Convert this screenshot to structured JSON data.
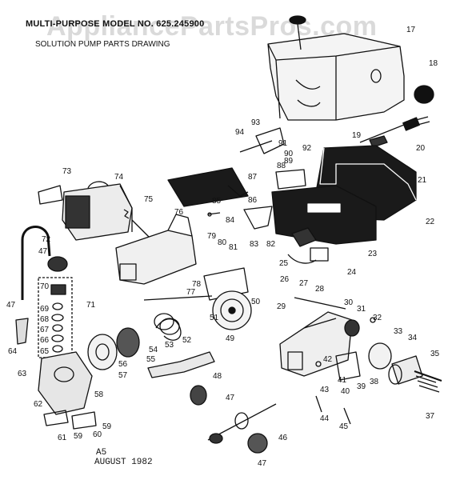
{
  "header": {
    "title": "MULTI-PURPOSE MODEL NO. 625.245900",
    "subtitle": "SOLUTION PUMP PARTS DRAWING"
  },
  "watermark": "AppliancePartsPros.com",
  "footer": {
    "code": "A5",
    "date": "AUGUST 1982"
  },
  "callouts": [
    "17",
    "18",
    "19",
    "20",
    "21",
    "22",
    "23",
    "24",
    "25",
    "26",
    "27",
    "28",
    "29",
    "30",
    "31",
    "32",
    "33",
    "34",
    "35",
    "37",
    "38",
    "39",
    "40",
    "41",
    "42",
    "43",
    "44",
    "45",
    "46",
    "47",
    "47",
    "47",
    "47",
    "48",
    "49",
    "50",
    "51",
    "52",
    "53",
    "54",
    "55",
    "56",
    "57",
    "58",
    "59",
    "59",
    "60",
    "61",
    "62",
    "63",
    "64",
    "65",
    "66",
    "67",
    "68",
    "69",
    "70",
    "71",
    "72",
    "73",
    "74",
    "75",
    "76",
    "77",
    "78",
    "79",
    "80",
    "81",
    "82",
    "83",
    "84",
    "85",
    "86",
    "87",
    "88",
    "89",
    "90",
    "91",
    "92",
    "93",
    "94"
  ]
}
